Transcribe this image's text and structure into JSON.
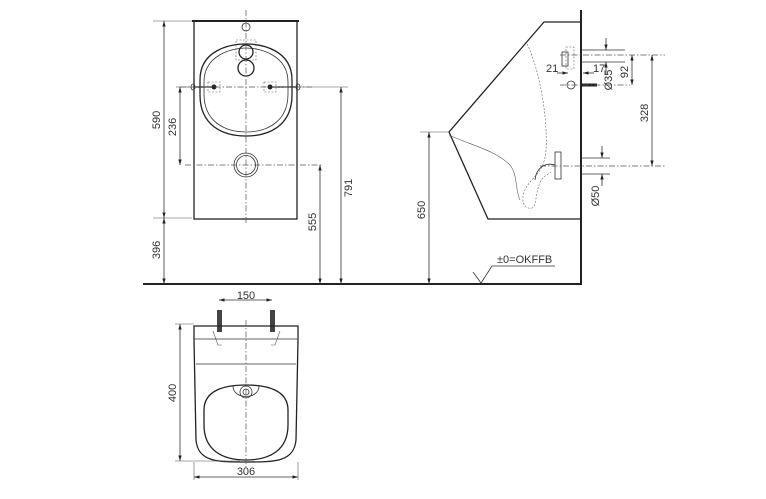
{
  "drawing": {
    "type": "technical-drawing",
    "subject": "wall-mounted urinal dimension drawing",
    "colors": {
      "line": "#222222",
      "background": "#ffffff"
    },
    "front_view": {
      "dimensions": {
        "total_height": "590",
        "fixing_height_above_bottom": "236",
        "bottom_clearance": "396",
        "outlet_height": "555",
        "fixing_height_from_floor": "791"
      }
    },
    "side_view": {
      "dimensions": {
        "rim_height": "650",
        "inlet_offset_left": "21",
        "inlet_offset_right": "17",
        "inlet_diameter": "Ø35",
        "inlet_to_fixing": "92",
        "fixing_to_outlet": "328",
        "outlet_diameter": "Ø50"
      },
      "floor_reference": "±0=OKFFB"
    },
    "top_view": {
      "dimensions": {
        "bolt_spacing": "150",
        "depth": "400",
        "width": "306"
      }
    }
  }
}
